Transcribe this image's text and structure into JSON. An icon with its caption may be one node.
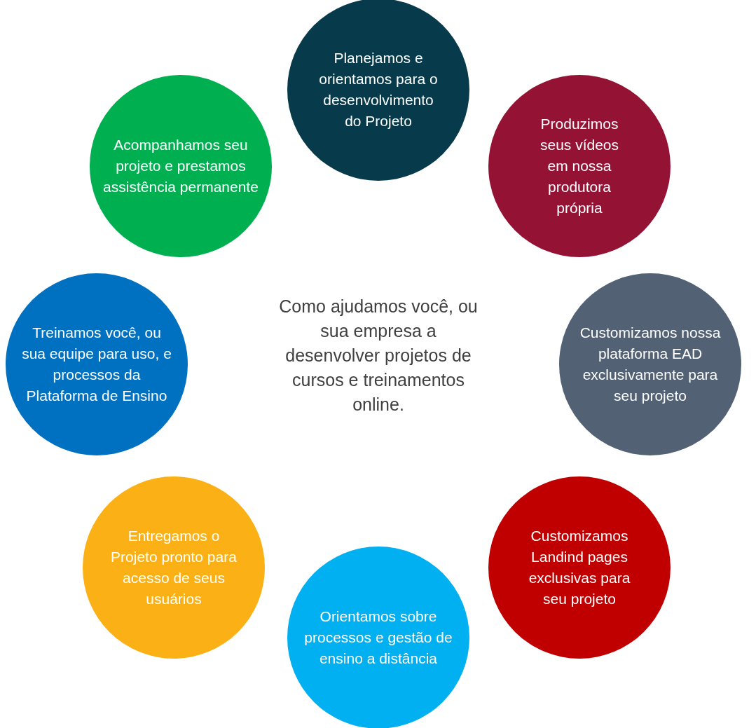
{
  "diagram": {
    "nodes": [
      {
        "text": [
          "Planejamos e orientamos para o desenvolvimento do Projeto"
        ]
      },
      {
        "text": [
          "Produzimos seus vídeos em nossa produtora própria"
        ]
      },
      {
        "text": [
          "Customizamos nossa plataforma EAD exclusivamente para seu projeto"
        ]
      },
      {
        "text": [
          "Customizamos Landind pages exclusivas para seu projeto"
        ]
      },
      {
        "text": [
          "Orientamos sobre processos e gestão de ensino a distância"
        ]
      },
      {
        "text": [
          "Entregamos o Projeto pronto para acesso de seus usuários"
        ]
      },
      {
        "text": [
          "Treinamos você, ou sua equipe para uso, e processos da Plataforma de Ensino"
        ]
      },
      {
        "text": [
          "Acompanhamos seu projeto e prestamos assistência permanente"
        ]
      }
    ],
    "labels": [
      "Como ajudamos você, ou sua empresa a desenvolver projetos de cursos e treinamentos online."
    ]
  }
}
